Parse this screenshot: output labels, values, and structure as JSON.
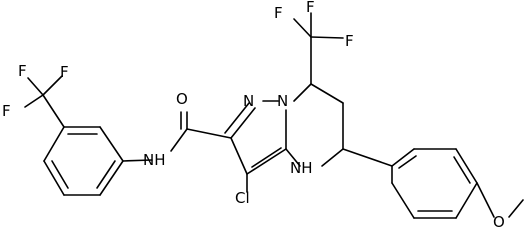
{
  "molecule": {
    "atoms": {
      "f_top_left": "F",
      "f_top_mid": "F",
      "f_top_right": "F",
      "f_left_1": "F",
      "f_left_2": "F",
      "f_left_3": "F",
      "o_carbonyl": "O",
      "n_pyrazole_1": "N",
      "n_pyrazole_2": "N",
      "nh_amide": "NH",
      "nh_ring": "NH",
      "cl": "Cl",
      "o_methoxy": "O"
    }
  }
}
